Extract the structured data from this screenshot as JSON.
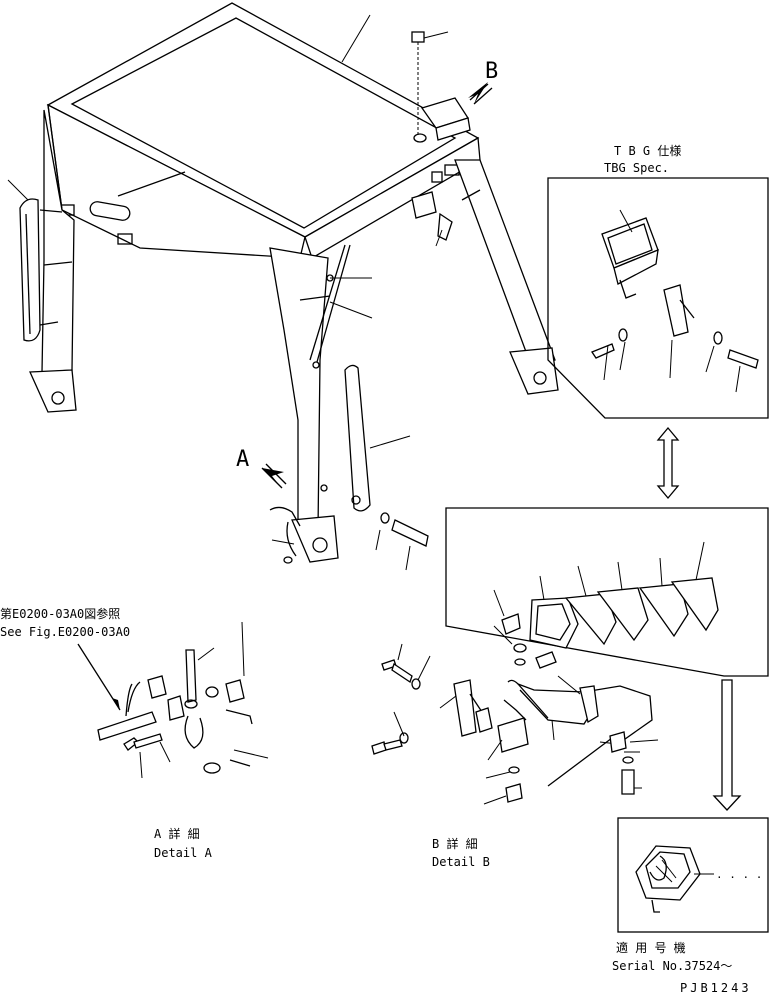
{
  "views": {
    "a": {
      "letter": "A",
      "caption_jp": "A 詳 細",
      "caption_en": "Detail A"
    },
    "b": {
      "letter": "B",
      "caption_jp": "B 詳 細",
      "caption_en": "Detail B"
    }
  },
  "reference": {
    "jp": "第E0200-03A0図参照",
    "en": "See Fig.E0200-03A0"
  },
  "tbg": {
    "jp": "T B G 仕様",
    "en": "TBG Spec."
  },
  "serial": {
    "jp": "適 用 号 機",
    "en": "Serial No.37524～"
  },
  "drawing_code": "PJB1243",
  "leader_dots": ". . . ."
}
